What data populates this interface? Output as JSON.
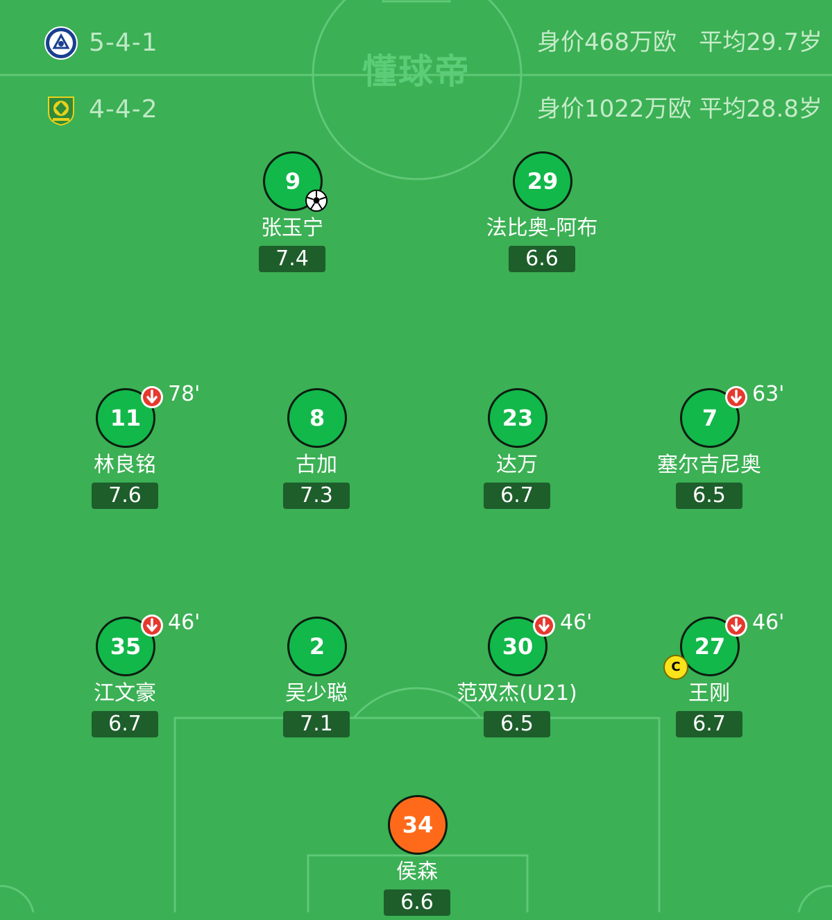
{
  "brand": {
    "watermark": "懂球帝"
  },
  "home": {
    "formation": "5-4-1",
    "value_text": "身价468万欧",
    "age_text": "平均29.7岁",
    "logo_icon": "club-crest-icon"
  },
  "away": {
    "formation": "4-4-2",
    "value_text": "身价1022万欧",
    "age_text": "平均28.8岁",
    "logo_icon": "beijing-guoan-crest-icon"
  },
  "players": [
    {
      "number": "9",
      "name": "张玉宁",
      "rating": "7.4",
      "goal": true
    },
    {
      "number": "29",
      "name": "法比奥-阿布",
      "rating": "6.6"
    },
    {
      "number": "11",
      "name": "林良铭",
      "rating": "7.6",
      "sub_min": "78'"
    },
    {
      "number": "8",
      "name": "古加",
      "rating": "7.3"
    },
    {
      "number": "23",
      "name": "达万",
      "rating": "6.7"
    },
    {
      "number": "7",
      "name": "塞尔吉尼奥",
      "rating": "6.5",
      "sub_min": "63'"
    },
    {
      "number": "35",
      "name": "江文豪",
      "rating": "6.7",
      "sub_min": "46'"
    },
    {
      "number": "2",
      "name": "吴少聪",
      "rating": "7.1"
    },
    {
      "number": "30",
      "name": "范双杰(U21)",
      "rating": "6.5",
      "sub_min": "46'"
    },
    {
      "number": "27",
      "name": "王刚",
      "rating": "6.7",
      "sub_min": "46'",
      "captain": "C"
    },
    {
      "number": "34",
      "name": "侯森",
      "rating": "6.6",
      "goalkeeper": true
    }
  ],
  "colors": {
    "pitch": "#3bb054",
    "jersey": "#12b84a",
    "goalkeeper": "#fe6a1a",
    "rating_bg": "#1d5e2b",
    "sub_arrow": "#e5392f",
    "captain": "#fbe31c"
  }
}
